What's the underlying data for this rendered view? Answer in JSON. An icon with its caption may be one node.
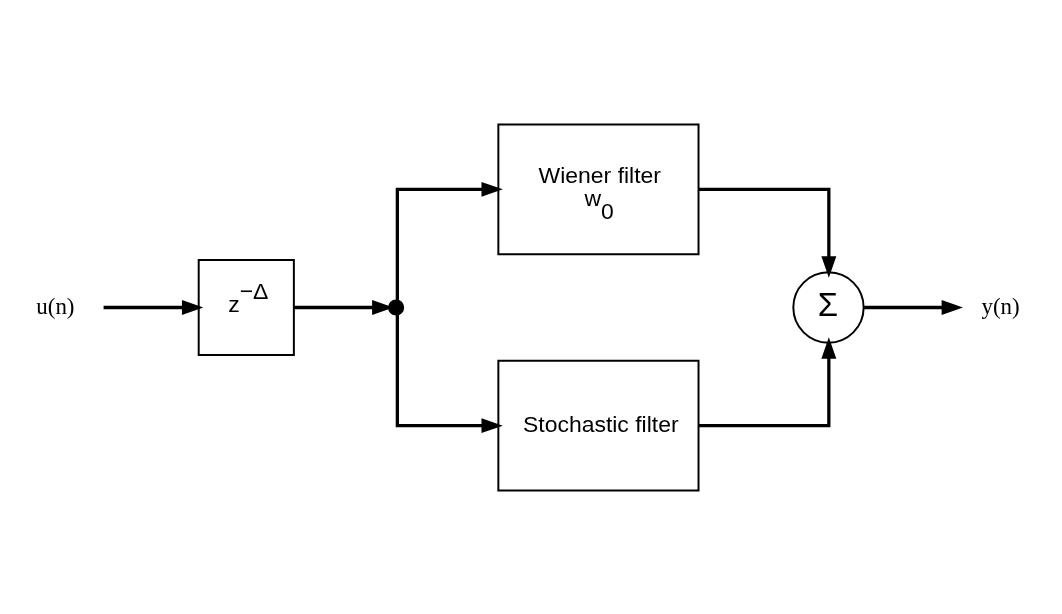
{
  "diagram": {
    "nodes": [
      {
        "text": [
          "u(n)"
        ]
      },
      {
        "text": [
          "z$^{−Δ}$"
        ]
      },
      {
        "text": [],
        "shape": "circle"
      },
      {
        "text": [
          "Wiener filter",
          "w$_{0}$"
        ]
      },
      {
        "text": [
          "Stochastic filter"
        ]
      },
      {
        "text": [
          "Σ"
        ]
      },
      {
        "text": [
          "y(n)"
        ]
      }
    ],
    "edges": [
      {
        "from": 0,
        "to": 1,
        "arrow": "to"
      },
      {
        "from": 1,
        "to": 2,
        "arrow": "to"
      },
      {
        "from": 2,
        "to": 3,
        "arrow": "to"
      },
      {
        "from": 2,
        "to": 4,
        "arrow": "to"
      },
      {
        "from": 3,
        "to": 5,
        "arrow": "to"
      },
      {
        "from": 4,
        "to": 5,
        "arrow": "to"
      },
      {
        "from": 5,
        "to": 6,
        "arrow": "to"
      }
    ]
  }
}
